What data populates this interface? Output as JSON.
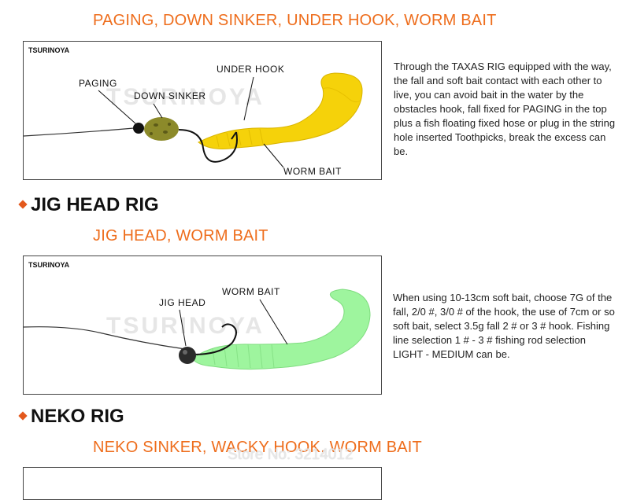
{
  "texas": {
    "components": "PAGING, DOWN SINKER, UNDER HOOK, WORM BAIT",
    "brand": "TSURINOYA",
    "labels": {
      "paging": "PAGING",
      "down_sinker": "DOWN SINKER",
      "under_hook": "UNDER HOOK",
      "worm_bait": "WORM BAIT"
    },
    "description": "Through the TAXAS RIG equipped with the way, the fall and soft bait contact with each other to live, you can avoid bait in the water by the obstacles hook, fall fixed for PAGING in the top plus a fish floating fixed hose or plug in the string hole inserted Toothpicks, break the excess can be.",
    "worm_color": "#f5d20a",
    "sinker_color": "#8c8a2a"
  },
  "jig": {
    "heading": "JIG HEAD RIG",
    "components": "JIG HEAD, WORM BAIT",
    "brand": "TSURINOYA",
    "labels": {
      "jig_head": "JIG HEAD",
      "worm_bait": "WORM BAIT"
    },
    "description": "When using 10-13cm soft bait, choose 7G of the fall, 2/0 #, 3/0 # of the hook, the use of 7cm or so soft bait, select 3.5g fall 2 # or 3 # hook. Fishing line selection 1 # - 3 # fishing rod selection LIGHT - MEDIUM can be.",
    "worm_color": "#9ef59e"
  },
  "neko": {
    "heading": "NEKO RIG",
    "components": "NEKO SINKER, WACKY HOOK, WORM BAIT"
  },
  "watermark": {
    "diagram_mark": "TSURINOYA",
    "store": "Store No: 3214012"
  },
  "colors": {
    "accent": "#ee6d1c",
    "bullet": "#e3581c"
  }
}
